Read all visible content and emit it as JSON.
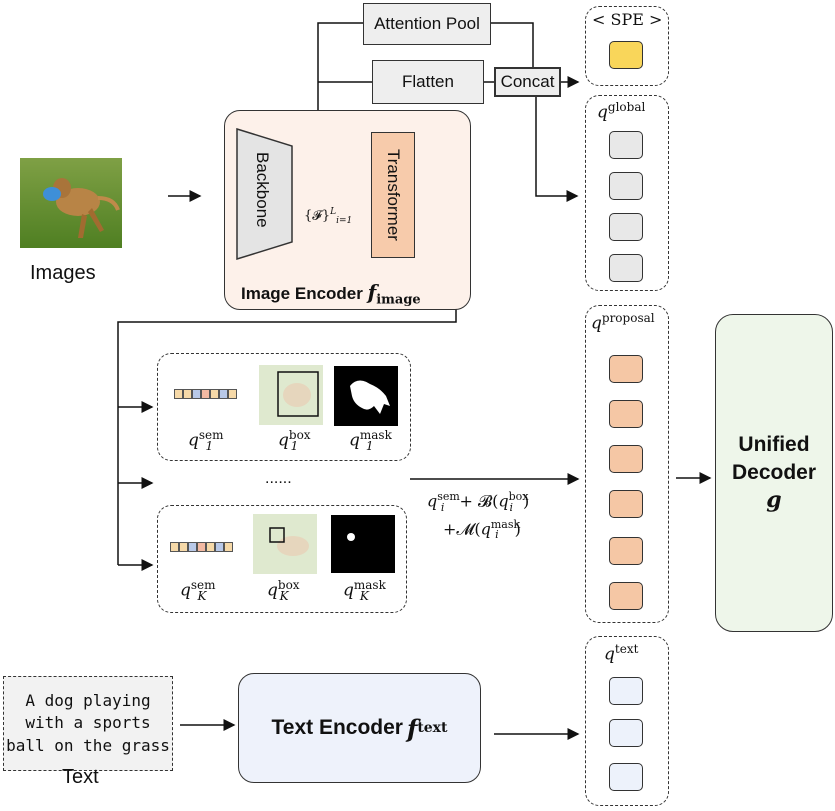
{
  "images_label": "Images",
  "text_label": "Text",
  "attention_pool": "Attention Pool",
  "flatten": "Flatten",
  "concat": "Concat",
  "backbone": "Backbone",
  "transformer": "Transformer",
  "feature_set": "{𝓕}",
  "feature_sup": "L",
  "feature_sub": "i=1",
  "image_encoder": "Image Encoder ",
  "image_encoder_f": "f",
  "image_encoder_sub": "image",
  "spe": "< SPE >",
  "q_global": "global",
  "q_proposal": "proposal",
  "q_text": "text",
  "q_sem": "sem",
  "q_box": "box",
  "q_mask": "mask",
  "sub_1": "1",
  "sub_K": "K",
  "ellipsis": "......",
  "formula_line1_a": "q",
  "formula_line1_b": " + 𝓑(",
  "formula_line1_c": ")",
  "formula_line2_a": "+𝓜(",
  "formula_line2_b": ")",
  "sub_i": "i",
  "decoder_line1": "Unified",
  "decoder_line2": "Decoder",
  "decoder_g": "g",
  "caption_line1": "A dog playing",
  "caption_line2": "with a sports",
  "caption_line3": "ball on the grass",
  "text_encoder": "Text Encoder ",
  "text_encoder_f": "f",
  "text_encoder_sub": "text",
  "colors": {
    "transformer": "#f7cbab",
    "encoder_panel": "#fdf1ea",
    "decoder": "#eef6ea",
    "text_encoder": "#eef2fb",
    "spe_token": "#f9d65a",
    "global_token": "#e8e8e8",
    "proposal_token": "#f5c7a5",
    "text_token": "#edf2fb"
  },
  "token_colors": [
    "#f6d9a8",
    "#f6d9a8",
    "#b9c9e8",
    "#f3b9a2",
    "#f6d9a8",
    "#b9c9e8"
  ]
}
